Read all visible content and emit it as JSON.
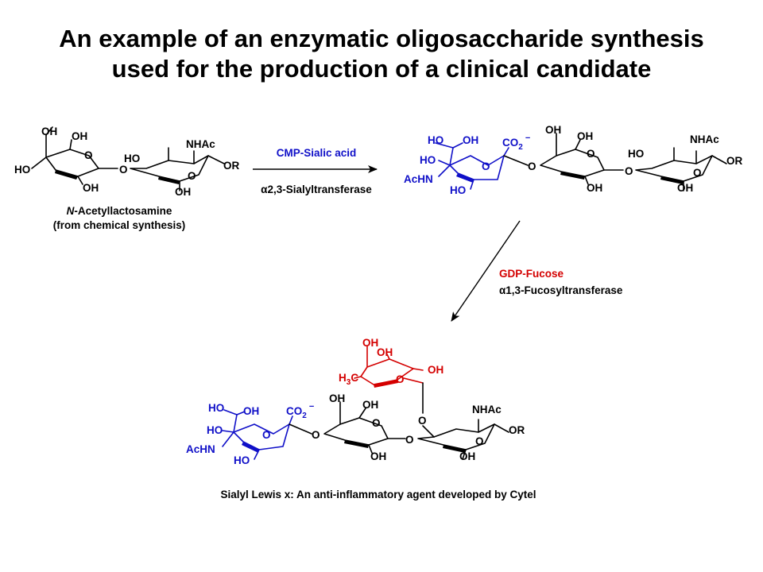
{
  "title": {
    "line1": "An example of an enzymatic oligosaccharide synthesis",
    "line2": "used for the production of a clinical candidate"
  },
  "reaction1": {
    "reagent": "CMP-Sialic acid",
    "enzyme": "α2,3-Sialyltransferase"
  },
  "reaction2": {
    "reagent": "GDP-Fucose",
    "enzyme": "α1,3-Fucosyltransferase"
  },
  "starting_material": {
    "name_italic": "N",
    "name_rest": "-Acetyllactosamine",
    "source": "(from chemical synthesis)"
  },
  "product_caption": "Sialyl Lewis x: An anti-inflammatory agent developed by Cytel",
  "labels": {
    "oh": "OH",
    "ho": "HO",
    "o": "O",
    "nhac": "NHAc",
    "or": "OR",
    "achn": "AcHN",
    "co2": "CO",
    "co2_sub": "2",
    "co2_charge": "−",
    "h3c_h": "H",
    "h3c_sub": "3",
    "h3c_c": "C"
  },
  "colors": {
    "sialic_acid": "#1010c8",
    "fucose": "#d40000",
    "backbone": "#000000"
  }
}
